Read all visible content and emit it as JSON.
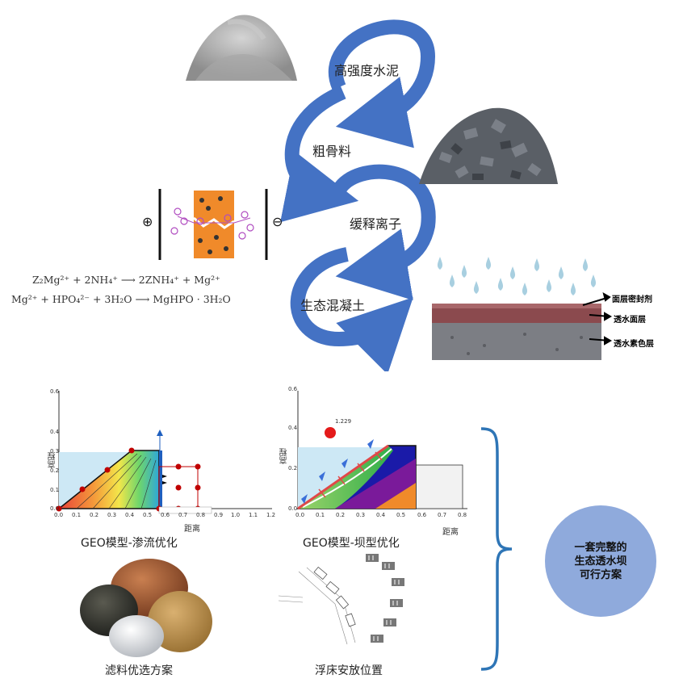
{
  "process_steps": [
    {
      "label": "高强度水泥"
    },
    {
      "label": "粗骨料"
    },
    {
      "label": "缓释离子"
    },
    {
      "label": "生态混凝土"
    }
  ],
  "equations": {
    "line1": "Z₂Mg²⁺ + 2NH₄⁺ ⟶ 2ZNH₄⁺ + Mg²⁺",
    "line2": "Mg²⁺ + HPO₄²⁻ + 3H₂O ⟶ MgHPO · 3H₂O"
  },
  "electrode_symbols": {
    "positive": "⊕",
    "negative": "⊖"
  },
  "pavement_layers": [
    "面层密封剂",
    "透水面层",
    "透水素色层"
  ],
  "seepage_chart": {
    "ylabel": "高程",
    "xlabel": "距离",
    "yticks": [
      "0.6",
      "0.4",
      "0.3",
      "0.2",
      "0.1",
      "0.0"
    ],
    "xticks": [
      "0.0",
      "0.1",
      "0.2",
      "0.3",
      "0.4",
      "0.5",
      "0.6",
      "0.7",
      "0.8",
      "0.9",
      "1.0",
      "1.1",
      "1.2"
    ],
    "caption": "GEO模型-渗流优化"
  },
  "dam_chart": {
    "ylabel": "高程",
    "xlabel": "距离",
    "yticks": [
      "0.6",
      "0.4",
      "0.2",
      "0.0"
    ],
    "xticks": [
      "0.0",
      "0.1",
      "0.2",
      "0.3",
      "0.4",
      "0.5",
      "0.6",
      "0.7",
      "0.8"
    ],
    "factor_label": "1.229",
    "caption": "GEO模型-坝型优化"
  },
  "filter_caption": "滤料优选方案",
  "float_caption": "浮床安放位置",
  "conclusion": {
    "line1": "一套完整的",
    "line2": "生态透水坝",
    "line3": "可行方案"
  },
  "colors": {
    "arrow_blue": "#4472c4",
    "bracket_blue": "#2e75b6",
    "circle_fill": "#8faadc"
  }
}
